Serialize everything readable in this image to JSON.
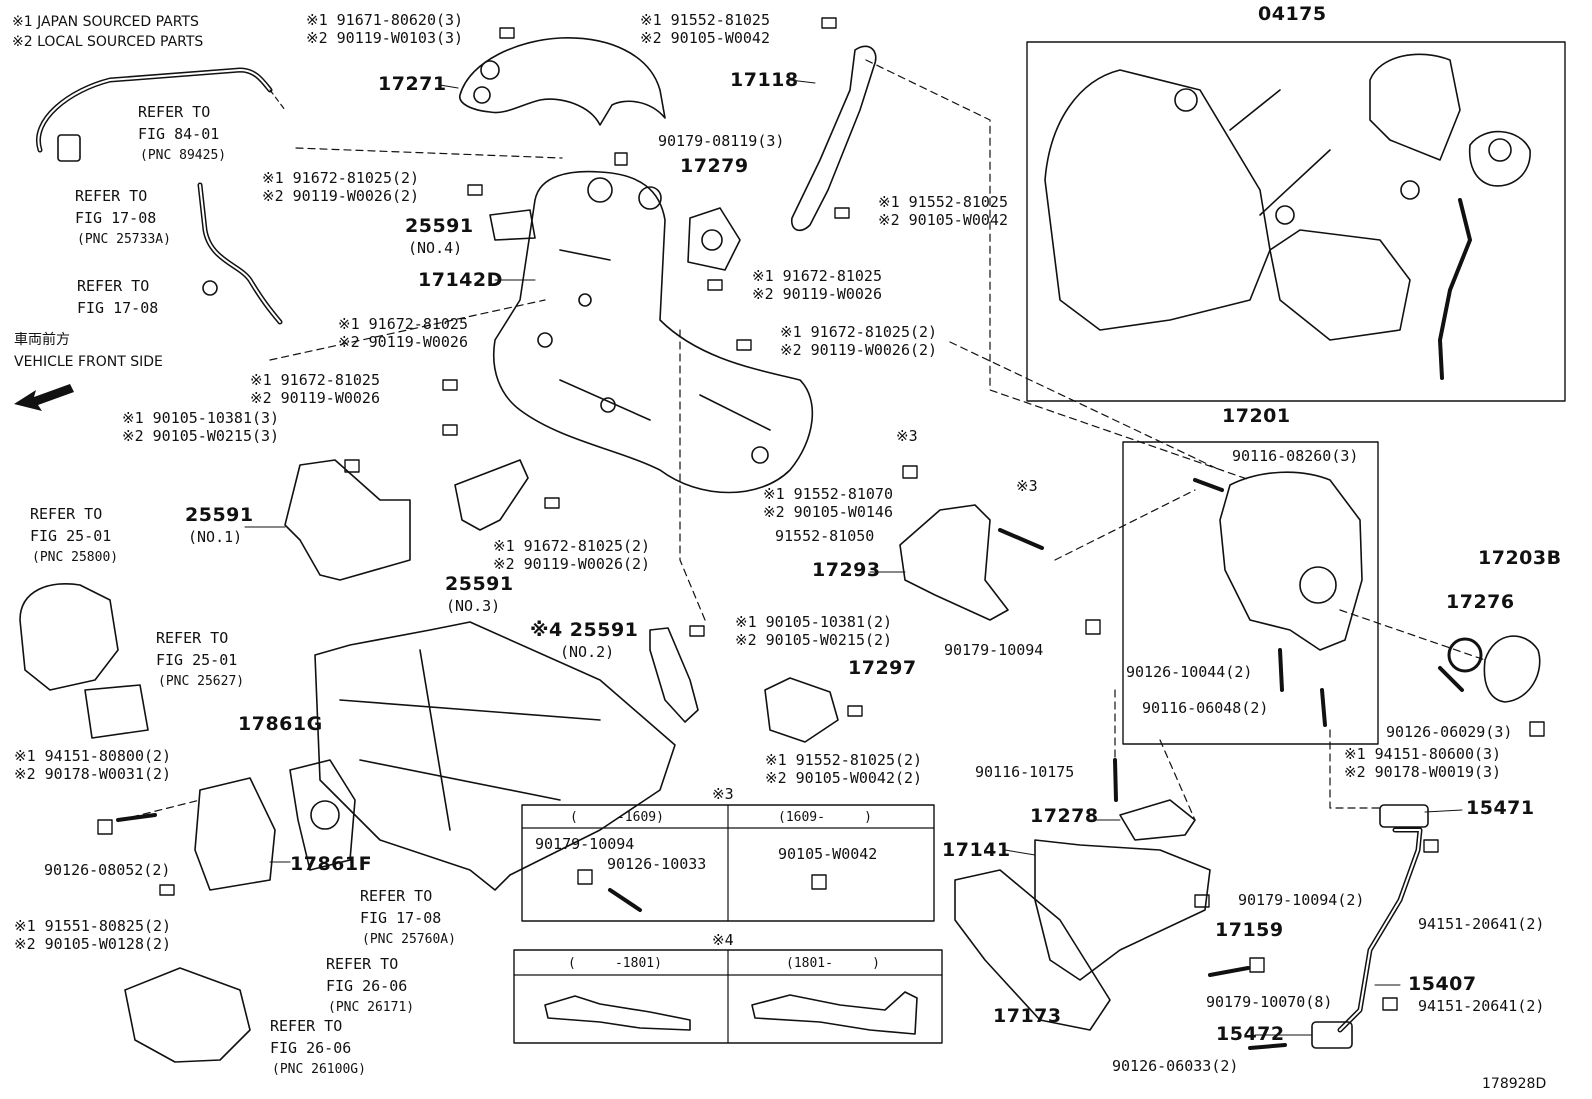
{
  "legend": {
    "line1": "※1 JAPAN SOURCED PARTS",
    "line2": "※2 LOCAL SOURCED PARTS"
  },
  "front": {
    "jp": "車両前方",
    "en": "VEHICLE FRONT SIDE"
  },
  "refs": {
    "r1": {
      "a": "REFER TO",
      "b": "FIG 84-01",
      "c": "(PNC 89425)"
    },
    "r2": {
      "a": "REFER TO",
      "b": "FIG 17-08",
      "c": "(PNC 25733A)"
    },
    "r3": {
      "a": "REFER TO",
      "b": "FIG 17-08"
    },
    "r4": {
      "a": "REFER TO",
      "b": "FIG 25-01",
      "c": "(PNC 25800)"
    },
    "r5": {
      "a": "REFER TO",
      "b": "FIG 25-01",
      "c": "(PNC 25627)"
    },
    "r6": {
      "a": "REFER TO",
      "b": "FIG 17-08",
      "c": "(PNC 25760A)"
    },
    "r7": {
      "a": "REFER TO",
      "b": "FIG 26-06",
      "c": "(PNC 26171)"
    },
    "r8": {
      "a": "REFER TO",
      "b": "FIG 26-06",
      "c": "(PNC 26100G)"
    }
  },
  "parts": {
    "p04175": "04175",
    "p17271": "17271",
    "p17118": "17118",
    "p17279": "17279",
    "p25591_4": "25591",
    "p25591_4n": "(NO.4)",
    "p17142D": "17142D",
    "p25591_1": "25591",
    "p25591_1n": "(NO.1)",
    "p25591_3": "25591",
    "p25591_3n": "(NO.3)",
    "p25591_2": "※4 25591",
    "p25591_2n": "(NO.2)",
    "p17293": "17293",
    "p17297": "17297",
    "p17201": "17201",
    "p17203B": "17203B",
    "p17276": "17276",
    "p17861G": "17861G",
    "p17861F": "17861F",
    "p17278": "17278",
    "p17141": "17141",
    "p15471": "15471",
    "p17159": "17159",
    "p15407": "15407",
    "p17173": "17173",
    "p15472": "15472",
    "pfig": "178928D"
  },
  "bolts": {
    "b1a": "※1 91671-80620(3)",
    "b1b": "※2 90119-W0103(3)",
    "b2a": "※1 91552-81025",
    "b2b": "※2 90105-W0042",
    "b3": "90179-08119(3)",
    "b4a": "※1 91672-81025(2)",
    "b4b": "※2 90119-W0026(2)",
    "b5a": "※1 91552-81025",
    "b5b": "※2 90105-W0042",
    "b6a": "※1 91672-81025",
    "b6b": "※2 90119-W0026",
    "b7a": "※1 91672-81025",
    "b7b": "※2 90119-W0026",
    "b8a": "※1 91672-81025(2)",
    "b8b": "※2 90119-W0026(2)",
    "b9a": "※1 91672-81025",
    "b9b": "※2 90119-W0026",
    "b10a": "※1 90105-10381(3)",
    "b10b": "※2 90105-W0215(3)",
    "b11a": "※1 91672-81025(2)",
    "b11b": "※2 90119-W0026(2)",
    "b12": "※3",
    "b13a": "※1 91552-81070",
    "b13b": "※2 90105-W0146",
    "b14": "91552-81050",
    "b15": "※3",
    "b16": "90116-08260(3)",
    "b17a": "※1 90105-10381(2)",
    "b17b": "※2 90105-W0215(2)",
    "b18": "90179-10094",
    "b19": "90126-10044(2)",
    "b20": "90116-06048(2)",
    "b21": "90126-06029(3)",
    "b22a": "※1 94151-80600(3)",
    "b22b": "※2 90178-W0019(3)",
    "b23a": "※1 91552-81025(2)",
    "b23b": "※2 90105-W0042(2)",
    "b24a": "※1 94151-80800(2)",
    "b24b": "※2 90178-W0031(2)",
    "b25": "90126-08052(2)",
    "b26": "90116-10175",
    "b27a": "※1 91551-80825(2)",
    "b27b": "※2 90105-W0128(2)",
    "b28": "90179-10094(2)",
    "b29": "94151-20641(2)",
    "b30": "90179-10070(8)",
    "b31": "94151-20641(2)",
    "b32": "90126-06033(2)"
  },
  "box3": {
    "mark": "※3",
    "h1": "(     -1609)",
    "h2": "(1609-     )",
    "c1a": "90179-10094",
    "c1b": "90126-10033",
    "c2": "90105-W0042"
  },
  "box4": {
    "mark": "※4",
    "h1": "(     -1801)",
    "h2": "(1801-     )"
  }
}
